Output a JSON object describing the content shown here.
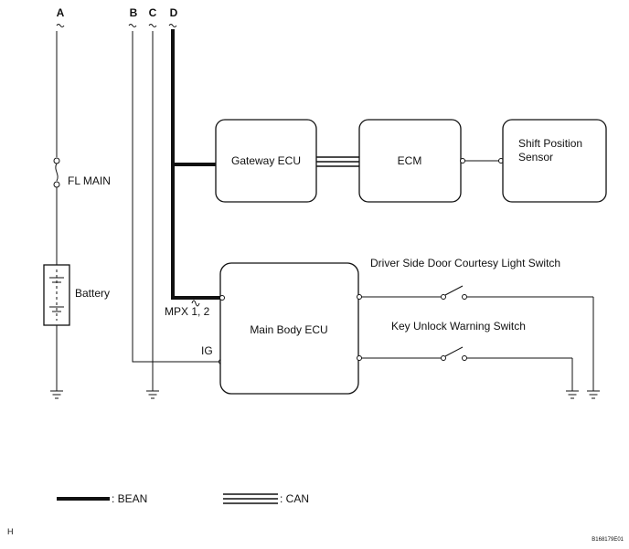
{
  "columns": [
    "A",
    "B",
    "C",
    "D"
  ],
  "components": {
    "gateway_ecu": "Gateway ECU",
    "ecm": "ECM",
    "shift_sensor_line1": "Shift Position",
    "shift_sensor_line2": "Sensor",
    "main_body_ecu": "Main Body ECU"
  },
  "left_circuit": {
    "fuse": "FL MAIN",
    "battery": "Battery"
  },
  "terminals": {
    "mpx": "MPX 1, 2",
    "ig": "IG"
  },
  "switches": {
    "door_courtesy": "Driver Side Door Courtesy Light Switch",
    "key_unlock": "Key Unlock Warning Switch"
  },
  "legend": {
    "bean": ": BEAN",
    "can": ": CAN"
  },
  "footer": {
    "left": "H",
    "code": "B168179E01"
  }
}
